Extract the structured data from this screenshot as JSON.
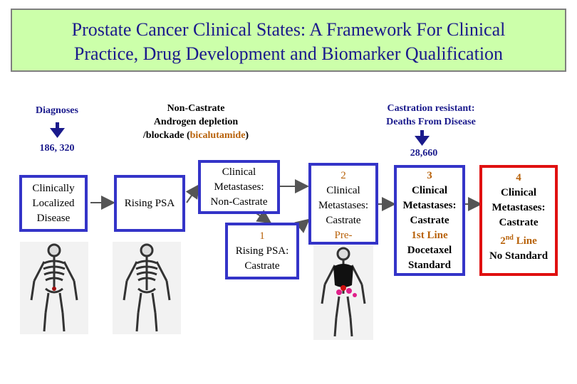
{
  "title": {
    "line1": "Prostate Cancer Clinical States:  A Framework For Clinical",
    "line2": "Practice, Drug Development and Biomarker Qualification"
  },
  "labels": {
    "diagnoses": "Diagnoses",
    "diagnoses_count": "186, 320",
    "noncastrate_line1": "Non-Castrate",
    "noncastrate_line2": "Androgen depletion",
    "noncastrate_line3_a": "/blockade (",
    "noncastrate_drug": "bicalutamide",
    "noncastrate_line3_b": ")",
    "castration_line1": "Castration resistant:",
    "castration_line2": "Deaths From Disease",
    "deaths_count": "28,660"
  },
  "boxes": {
    "localized": [
      "Clinically",
      "Localized",
      "Disease"
    ],
    "rising_psa": "Rising PSA",
    "metastases_noncastrate": [
      "Clinical",
      "Metastases:",
      "Non-Castrate"
    ],
    "rising_psa_castrate": {
      "num": "1",
      "lines": [
        "Rising PSA:",
        "Castrate"
      ]
    },
    "state2": {
      "num": "2",
      "lines": [
        "Clinical",
        "Metastases:",
        "Castrate",
        "Pre-"
      ]
    },
    "state3": {
      "num": "3",
      "lines": [
        "Clinical",
        "Metastases:",
        "Castrate",
        "1st Line",
        "Docetaxel",
        "Standard"
      ]
    },
    "state4": {
      "num": "4",
      "lines": [
        "Clinical",
        "Metastases:",
        "Castrate"
      ],
      "line_2nd_num": "2",
      "line_2nd_sup": "nd",
      "line_2nd_rest": " Line",
      "last": "No Standard"
    }
  },
  "colors": {
    "title_bg": "#ccffaa",
    "blue_border": "#3434c8",
    "red_border": "#e01010",
    "arrow": "#1a1a8c",
    "number": "#b8620a",
    "tumor_red": "#d01010",
    "tumor_magenta": "#e0208a"
  },
  "icons": [
    "down-arrow-icon",
    "skeleton-icon"
  ]
}
